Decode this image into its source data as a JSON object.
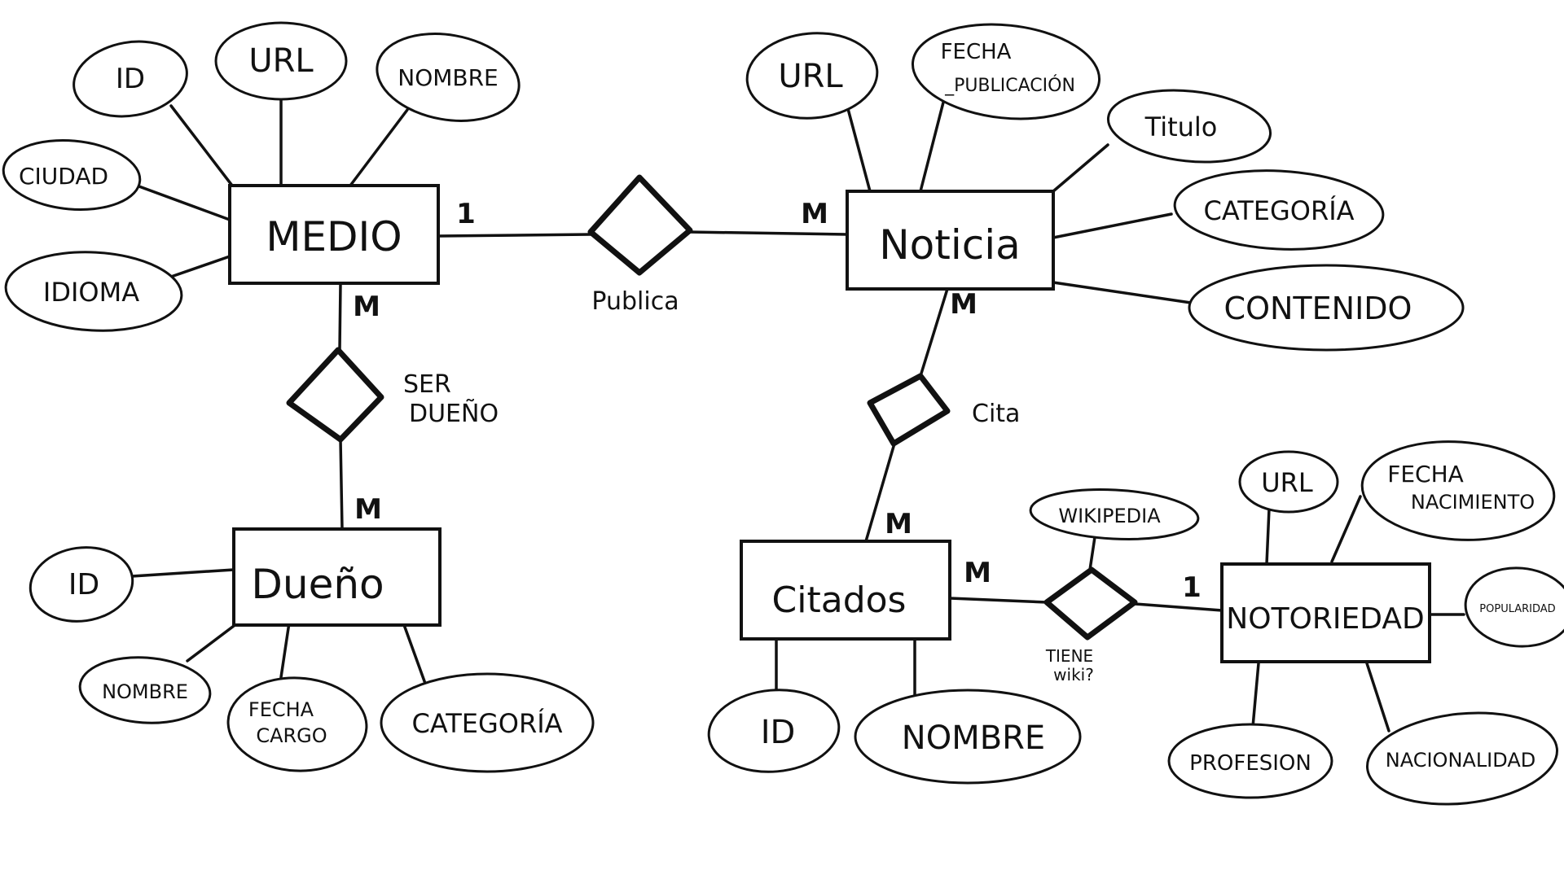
{
  "diagram": {
    "entities": {
      "medio": "MEDIO",
      "noticia": "Noticia",
      "dueno": "Dueño",
      "citados": "Citados",
      "notoriedad": "NOTORIEDAD"
    },
    "relationships": {
      "publica": "Publica",
      "ser_dueno_1": "SER",
      "ser_dueno_2": "DUEÑO",
      "cita": "Cita",
      "tiene_wiki_1": "TIENE",
      "tiene_wiki_2": "wiki?"
    },
    "attributes": {
      "medio": {
        "id": "ID",
        "url": "URL",
        "nombre": "NOMBRE",
        "ciudad": "CIUDAD",
        "idioma": "IDIOMA"
      },
      "noticia": {
        "url": "URL",
        "fecha_1": "FECHA",
        "fecha_2": "_PUBLICACIÓN",
        "titulo": "Titulo",
        "categoria": "CATEGORÍA",
        "contenido": "CONTENIDO"
      },
      "dueno": {
        "id": "ID",
        "nombre": "NOMBRE",
        "fecha_1": "FECHA",
        "fecha_2": "CARGO",
        "categoria": "CATEGORÍA"
      },
      "citados": {
        "id": "ID",
        "nombre": "NOMBRE"
      },
      "notoriedad": {
        "url": "URL",
        "fecha_1": "FECHA",
        "fecha_2": "NACIMIENTO",
        "popularidad": "POPULARIDAD",
        "profesion": "PROFESION",
        "nacionalidad": "NACIONALIDAD"
      },
      "tiene_wiki": {
        "wikipedia": "WIKIPEDIA"
      }
    },
    "cardinalities": {
      "medio_publica": "1",
      "noticia_publica": "M",
      "medio_ser_dueno": "M",
      "dueno_ser_dueno": "M",
      "noticia_cita": "M",
      "citados_cita": "M",
      "citados_wiki": "M",
      "notoriedad_wiki": "1"
    }
  }
}
